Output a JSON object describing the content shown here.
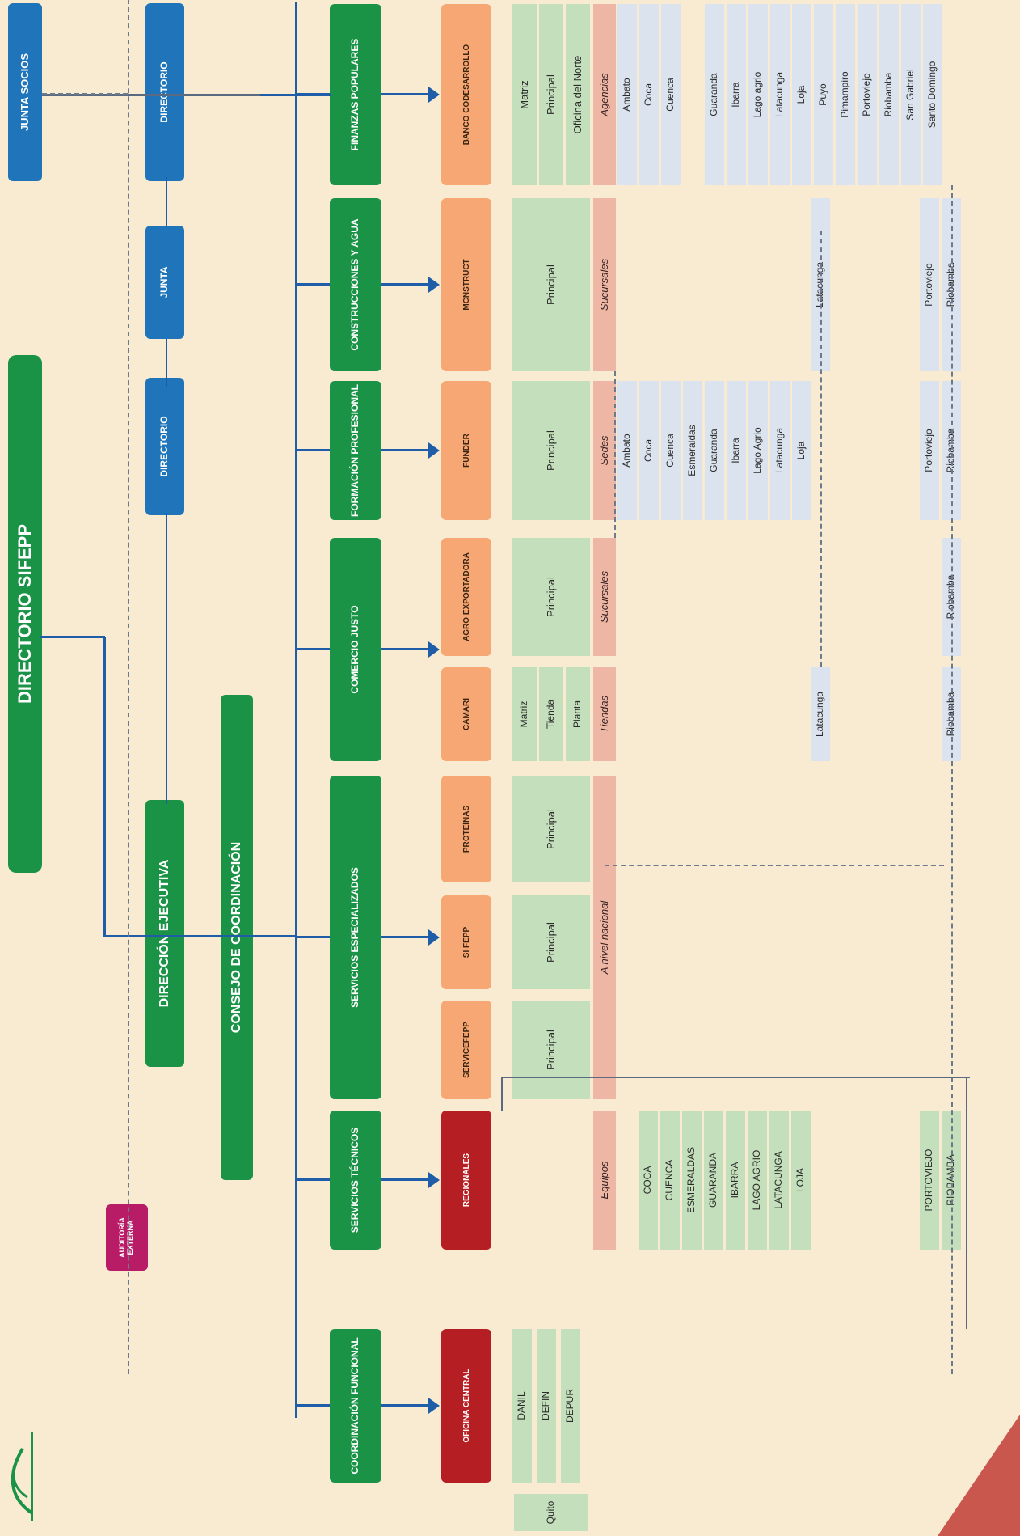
{
  "governance": {
    "directorio_sifepp": "DIRECTORIO SIFEPP",
    "direccion_ejecutiva": "DIRECCIÓN EJECUTIVA",
    "consejo_coordinacion": "CONSEJO DE COORDINACIÓN",
    "auditoria_externa": "AUDITORÍA EXTERNA"
  },
  "top_boards": {
    "junta_socios": "JUNTA SOCIOS",
    "directorio_1": "DIRECTORIO",
    "junta": "JUNTA",
    "directorio_2": "DIRECTORIO"
  },
  "areas": {
    "finanzas": "FINANZAS POPULARES",
    "construcciones": "CONSTRUCCIONES Y AGUA",
    "formacion": "FORMACIÓN PROFESIONAL",
    "comercio": "COMERCIO JUSTO",
    "servicios_esp": "SERVICIOS ESPECIALIZADOS",
    "servicios_tec": "SERVICIOS TÉCNICOS",
    "coordinacion": "COORDINACIÓN FUNCIONAL"
  },
  "units": {
    "banco": "BANCO CODESARROLLO",
    "mcnstruct": "MCNSTRUCT",
    "fundr": "FUNDER",
    "agro": "AGRO EXPORTADORA",
    "camari": "CAMARI",
    "proteinas": "PROTEÍNAS",
    "si_fepp": "SI FEPP",
    "sifepp_x": "SERVICEFEPP",
    "regionales": "REGIONALES",
    "oficina": "OFICINA CENTRAL"
  },
  "banco_branches": {
    "top": [
      "Matriz",
      "Principal",
      "Oficina del Norte"
    ],
    "agencias_label": "Agencias",
    "cities": [
      "Ambato",
      "Coca",
      "Cuenca",
      "",
      "Guaranda",
      "Ibarra",
      "Lago agrio",
      "Latacunga",
      "Loja",
      "Puyo",
      "Pimampiro",
      "Portoviejo",
      "Riobamba",
      "San Gabriel",
      "Santo Domingo"
    ]
  },
  "mcn": {
    "principal": "Principal",
    "sucursales": "Sucursales",
    "latacunga": "Latacunga",
    "portoviejo": "Portoviejo",
    "riobamba": "Riobamba"
  },
  "funder": {
    "principal": "Principal",
    "sedes": "Sedes",
    "cities": [
      "Ambato",
      "Coca",
      "Cuenca",
      "Esmeraldas",
      "Guaranda",
      "Ibarra",
      "Lago Agrio",
      "Latacunga",
      "Loja"
    ],
    "portoviejo": "Portoviejo",
    "riobamba": "Riobamba"
  },
  "agro": {
    "principal": "Principal",
    "sucursales": "Sucursales",
    "riobamba": "Riobamba"
  },
  "camari": {
    "matriz": "Matriz",
    "tienda": "Tienda",
    "planta": "Planta",
    "tiendas": "Tiendas",
    "latacunga": "Latacunga",
    "riobamba": "Riobamba"
  },
  "especializados": {
    "principal": "Principal",
    "nivel": "A nivel nacional"
  },
  "regionales": {
    "equipos": "Equipos",
    "cities": [
      "COCA",
      "CUENCA",
      "ESMERALDAS",
      "GUARANDA",
      "IBARRA",
      "LAGO AGRIO",
      "LATACUNGA",
      "LOJA"
    ],
    "portoviejo": "PORTOVIEJO",
    "riobamba": "RIOBAMBA"
  },
  "oficina_depts": [
    "DANIL",
    "DEFIN",
    "DEPUR"
  ],
  "quito": "Quito",
  "colors": {
    "background": "#f8ebd2",
    "green": "#1a9347",
    "blue": "#1f74ba",
    "orange": "#f6a773",
    "red": "#b51f24",
    "magenta": "#b91c67",
    "light_green": "#c4dfbb",
    "pink": "#eeb7a5",
    "light_blue": "#dbe3ee",
    "line": "#1f5da8"
  },
  "icons": {
    "logo": "fepp-leaf-logo"
  }
}
